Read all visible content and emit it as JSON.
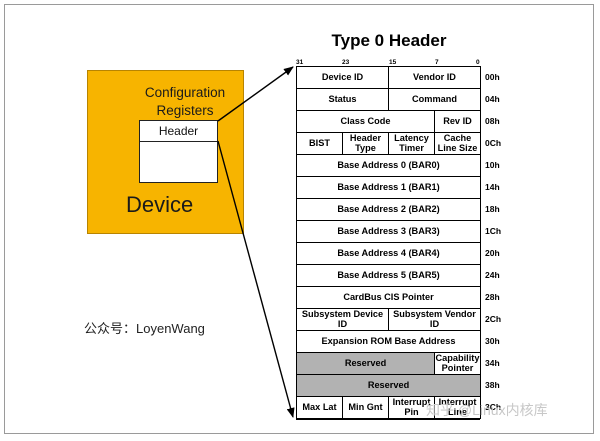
{
  "device": {
    "config_title": "Configuration Registers",
    "header_label": "Header",
    "device_label": "Device"
  },
  "wechat_label": "公众号：LoyenWang",
  "watermark": "知乎 @Linux内核库",
  "table": {
    "title": "Type 0 Header",
    "bits": [
      "31",
      "23",
      "15",
      "7",
      "0"
    ],
    "rows": [
      {
        "offset": "00h",
        "cells": [
          {
            "label": "Device ID"
          },
          {
            "label": "Vendor ID"
          }
        ]
      },
      {
        "offset": "04h",
        "cells": [
          {
            "label": "Status"
          },
          {
            "label": "Command"
          }
        ]
      },
      {
        "offset": "08h",
        "cells": [
          {
            "label": "Class Code"
          },
          {
            "label": "Rev ID"
          }
        ]
      },
      {
        "offset": "0Ch",
        "cells": [
          {
            "label": "BIST"
          },
          {
            "label": "Header Type"
          },
          {
            "label": "Latency Timer"
          },
          {
            "label": "Cache Line Size"
          }
        ]
      },
      {
        "offset": "10h",
        "cells": [
          {
            "label": "Base Address 0 (BAR0)"
          }
        ]
      },
      {
        "offset": "14h",
        "cells": [
          {
            "label": "Base Address 1 (BAR1)"
          }
        ]
      },
      {
        "offset": "18h",
        "cells": [
          {
            "label": "Base Address 2 (BAR2)"
          }
        ]
      },
      {
        "offset": "1Ch",
        "cells": [
          {
            "label": "Base Address 3 (BAR3)"
          }
        ]
      },
      {
        "offset": "20h",
        "cells": [
          {
            "label": "Base Address 4 (BAR4)"
          }
        ]
      },
      {
        "offset": "24h",
        "cells": [
          {
            "label": "Base Address 5 (BAR5)"
          }
        ]
      },
      {
        "offset": "28h",
        "cells": [
          {
            "label": "CardBus CIS Pointer"
          }
        ]
      },
      {
        "offset": "2Ch",
        "cells": [
          {
            "label": "Subsystem Device ID"
          },
          {
            "label": "Subsystem Vendor ID"
          }
        ]
      },
      {
        "offset": "30h",
        "cells": [
          {
            "label": "Expansion ROM Base Address"
          }
        ]
      },
      {
        "offset": "34h",
        "cells": [
          {
            "label": "Reserved"
          },
          {
            "label": "Capability Pointer"
          }
        ]
      },
      {
        "offset": "38h",
        "cells": [
          {
            "label": "Reserved"
          }
        ]
      },
      {
        "offset": "3Ch",
        "cells": [
          {
            "label": "Max Lat"
          },
          {
            "label": "Min Gnt"
          },
          {
            "label": "Interrupt Pin"
          },
          {
            "label": "Interrupt Line"
          }
        ]
      }
    ]
  },
  "colors": {
    "device_fill": "#f7b400",
    "reserved_fill": "#b2b2b2"
  }
}
